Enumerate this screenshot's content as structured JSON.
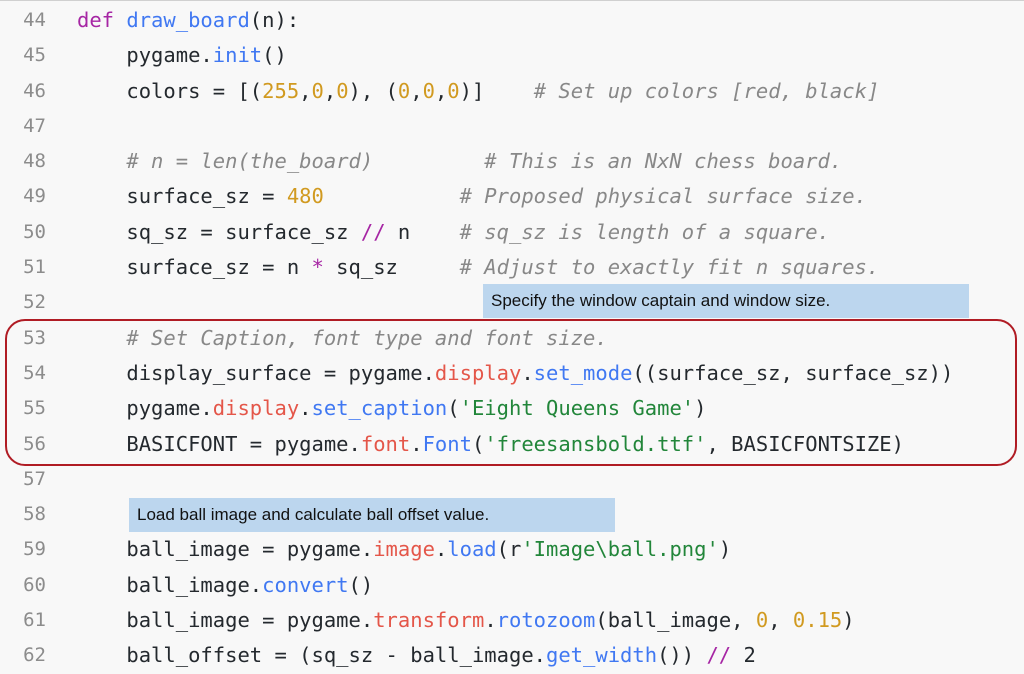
{
  "lines": [
    {
      "num": "44",
      "tokens": [
        {
          "t": "def ",
          "c": "kw"
        },
        {
          "t": "draw_board",
          "c": "fn"
        },
        {
          "t": "(n):",
          "c": "pl"
        }
      ]
    },
    {
      "num": "45",
      "tokens": [
        {
          "t": "    pygame.",
          "c": "pl"
        },
        {
          "t": "init",
          "c": "fn"
        },
        {
          "t": "()",
          "c": "pl"
        }
      ]
    },
    {
      "num": "46",
      "tokens": [
        {
          "t": "    colors = [(",
          "c": "pl"
        },
        {
          "t": "255",
          "c": "num"
        },
        {
          "t": ",",
          "c": "pl"
        },
        {
          "t": "0",
          "c": "num"
        },
        {
          "t": ",",
          "c": "pl"
        },
        {
          "t": "0",
          "c": "num"
        },
        {
          "t": "), (",
          "c": "pl"
        },
        {
          "t": "0",
          "c": "num"
        },
        {
          "t": ",",
          "c": "pl"
        },
        {
          "t": "0",
          "c": "num"
        },
        {
          "t": ",",
          "c": "pl"
        },
        {
          "t": "0",
          "c": "num"
        },
        {
          "t": ")]    ",
          "c": "pl"
        },
        {
          "t": "# Set up colors [red, black]",
          "c": "cm"
        }
      ]
    },
    {
      "num": "47",
      "tokens": []
    },
    {
      "num": "48",
      "tokens": [
        {
          "t": "    ",
          "c": "pl"
        },
        {
          "t": "# n = len(the_board)         # This is an NxN chess board.",
          "c": "cm"
        }
      ]
    },
    {
      "num": "49",
      "tokens": [
        {
          "t": "    surface_sz = ",
          "c": "pl"
        },
        {
          "t": "480",
          "c": "num"
        },
        {
          "t": "           ",
          "c": "pl"
        },
        {
          "t": "# Proposed physical surface size.",
          "c": "cm"
        }
      ]
    },
    {
      "num": "50",
      "tokens": [
        {
          "t": "    sq_sz = surface_sz ",
          "c": "pl"
        },
        {
          "t": "//",
          "c": "op"
        },
        {
          "t": " n    ",
          "c": "pl"
        },
        {
          "t": "# sq_sz is length of a square.",
          "c": "cm"
        }
      ]
    },
    {
      "num": "51",
      "tokens": [
        {
          "t": "    surface_sz = n ",
          "c": "pl"
        },
        {
          "t": "*",
          "c": "op"
        },
        {
          "t": " sq_sz     ",
          "c": "pl"
        },
        {
          "t": "# Adjust to exactly fit n squares.",
          "c": "cm"
        }
      ]
    },
    {
      "num": "52",
      "tokens": []
    },
    {
      "num": "53",
      "tokens": [
        {
          "t": "    ",
          "c": "pl"
        },
        {
          "t": "# Set Caption, font type and font size.",
          "c": "cm"
        }
      ]
    },
    {
      "num": "54",
      "tokens": [
        {
          "t": "    display_surface = pygame.",
          "c": "pl"
        },
        {
          "t": "display",
          "c": "attr"
        },
        {
          "t": ".",
          "c": "pl"
        },
        {
          "t": "set_mode",
          "c": "fn"
        },
        {
          "t": "((surface_sz, surface_sz))",
          "c": "pl"
        }
      ]
    },
    {
      "num": "55",
      "tokens": [
        {
          "t": "    pygame.",
          "c": "pl"
        },
        {
          "t": "display",
          "c": "attr"
        },
        {
          "t": ".",
          "c": "pl"
        },
        {
          "t": "set_caption",
          "c": "fn"
        },
        {
          "t": "(",
          "c": "pl"
        },
        {
          "t": "'Eight Queens Game'",
          "c": "str"
        },
        {
          "t": ")",
          "c": "pl"
        }
      ]
    },
    {
      "num": "56",
      "tokens": [
        {
          "t": "    BASICFONT = pygame.",
          "c": "pl"
        },
        {
          "t": "font",
          "c": "attr"
        },
        {
          "t": ".",
          "c": "pl"
        },
        {
          "t": "Font",
          "c": "fn"
        },
        {
          "t": "(",
          "c": "pl"
        },
        {
          "t": "'freesansbold.ttf'",
          "c": "str"
        },
        {
          "t": ", BASICFONTSIZE)",
          "c": "pl"
        }
      ]
    },
    {
      "num": "57",
      "tokens": []
    },
    {
      "num": "58",
      "tokens": []
    },
    {
      "num": "59",
      "tokens": [
        {
          "t": "    ball_image = pygame.",
          "c": "pl"
        },
        {
          "t": "image",
          "c": "attr"
        },
        {
          "t": ".",
          "c": "pl"
        },
        {
          "t": "load",
          "c": "fn"
        },
        {
          "t": "(r",
          "c": "pl"
        },
        {
          "t": "'Image\\ball.png'",
          "c": "str"
        },
        {
          "t": ")",
          "c": "pl"
        }
      ]
    },
    {
      "num": "60",
      "tokens": [
        {
          "t": "    ball_image.",
          "c": "pl"
        },
        {
          "t": "convert",
          "c": "fn"
        },
        {
          "t": "()",
          "c": "pl"
        }
      ]
    },
    {
      "num": "61",
      "tokens": [
        {
          "t": "    ball_image = pygame.",
          "c": "pl"
        },
        {
          "t": "transform",
          "c": "attr"
        },
        {
          "t": ".",
          "c": "pl"
        },
        {
          "t": "rotozoom",
          "c": "fn"
        },
        {
          "t": "(ball_image, ",
          "c": "pl"
        },
        {
          "t": "0",
          "c": "num"
        },
        {
          "t": ", ",
          "c": "pl"
        },
        {
          "t": "0.15",
          "c": "num"
        },
        {
          "t": ")",
          "c": "pl"
        }
      ]
    },
    {
      "num": "62",
      "tokens": [
        {
          "t": "    ball_offset = (sq_sz - ball_image.",
          "c": "pl"
        },
        {
          "t": "get_width",
          "c": "fn"
        },
        {
          "t": "()) ",
          "c": "pl"
        },
        {
          "t": "//",
          "c": "op"
        },
        {
          "t": " 2",
          "c": "pl"
        }
      ]
    }
  ],
  "annotations": {
    "window_note": "Specify the window captain and window size.",
    "ball_note": "Load ball image and calculate ball offset value."
  },
  "colors": {
    "keyword": "#a626a4",
    "function": "#4078f2",
    "number": "#d19a20",
    "string": "#22863a",
    "comment": "#888888",
    "attribute": "#e45649",
    "highlight_border": "#b01c24",
    "note_background": "#bcd6ee"
  }
}
